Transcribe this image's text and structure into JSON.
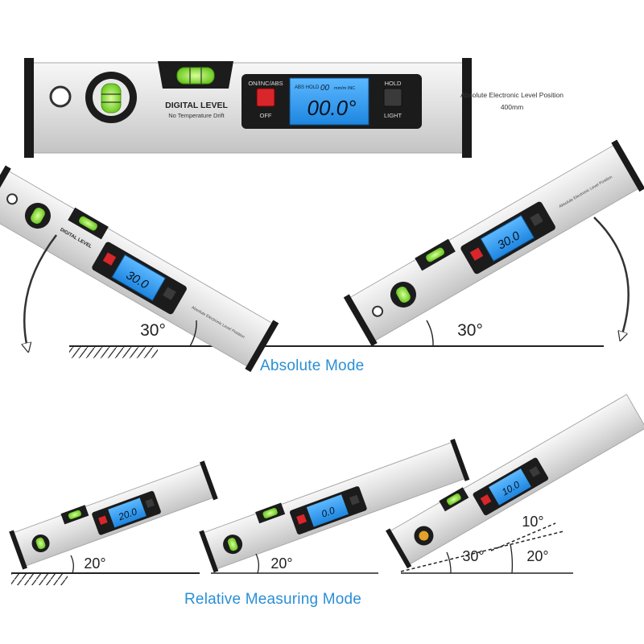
{
  "colors": {
    "accent_blue": "#2a8fd6",
    "lcd_blue": "#2f9ff0",
    "red_button": "#d8262b",
    "bubble_green": "#7fdc24"
  },
  "hero": {
    "ctrl_left_top": "ON/INC/ABS",
    "ctrl_left_bottom": "OFF",
    "ctrl_right_top": "HOLD",
    "ctrl_right_bottom": "LIGHT",
    "lcd_status": "ABS HOLD",
    "lcd_small_digits": "00",
    "lcd_units": "mm/m INC",
    "lcd_reading": "00.0°",
    "brand": "DIGITAL LEVEL",
    "brand_sub": "No Temperature Drift",
    "product_line": "Absolute Electronic Level Position",
    "size": "400mm"
  },
  "absolute": {
    "title": "Absolute Mode",
    "left_reading": "30.0",
    "right_reading": "30.0",
    "left_angle": "30°",
    "right_angle": "30°"
  },
  "relative": {
    "title": "Relative Measuring Mode",
    "level1_reading": "20.0",
    "level2_reading": "0.0",
    "level3_reading": "10.0",
    "angle1": "20°",
    "angle2": "20°",
    "angle_top": "10°",
    "angle_mid": "30°",
    "angle_right": "20°"
  }
}
